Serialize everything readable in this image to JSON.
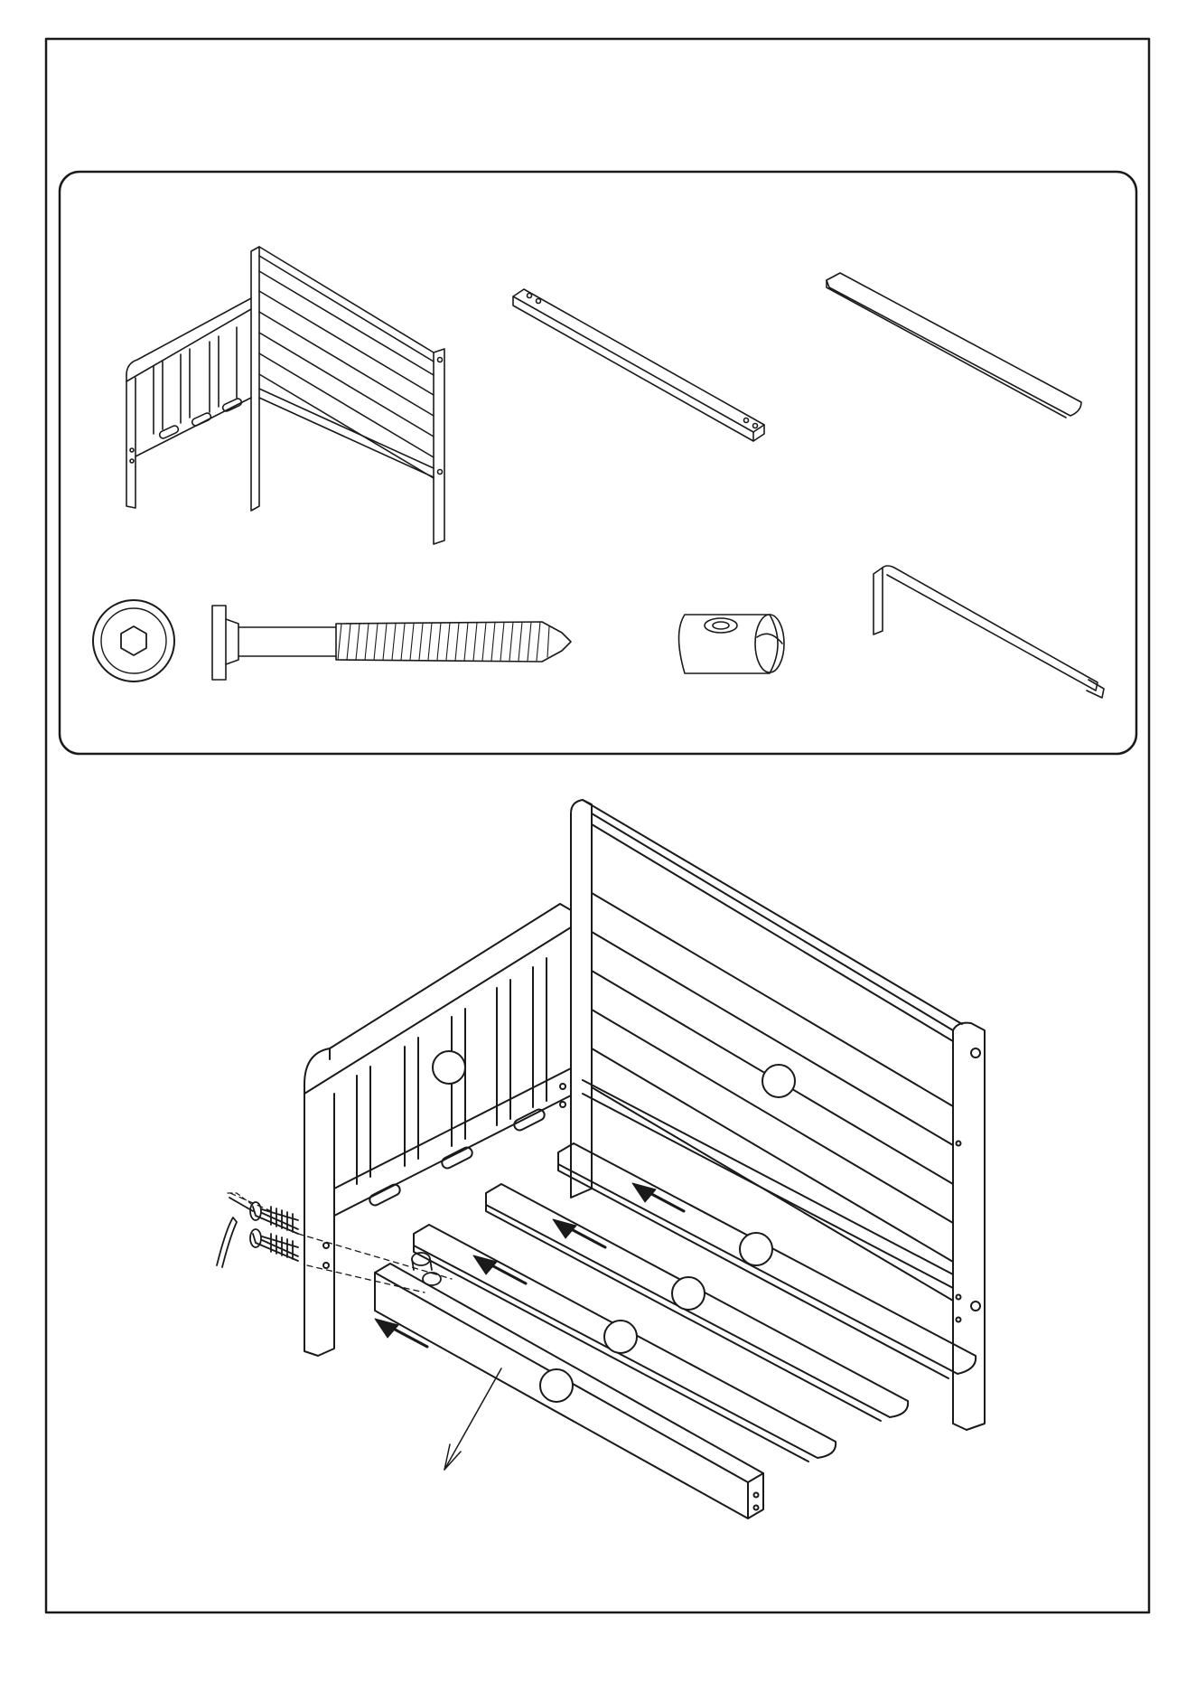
{
  "page": {
    "frame": "instruction-sheet-frame",
    "background": "#ffffff",
    "line_color": "#1a1a1a"
  },
  "parts_panel": {
    "parts": [
      {
        "name": "headboard-and-side-panel-assembly",
        "icon": "bed-corner-frame-icon"
      },
      {
        "name": "side-rail",
        "icon": "side-rail-icon"
      },
      {
        "name": "mattress-slat",
        "icon": "slat-icon"
      },
      {
        "name": "allen-bolt-head",
        "icon": "hex-socket-icon"
      },
      {
        "name": "allen-bolt",
        "icon": "bolt-icon"
      },
      {
        "name": "barrel-nut",
        "icon": "barrel-nut-icon"
      },
      {
        "name": "allen-wrench",
        "icon": "allen-key-icon"
      }
    ]
  },
  "assembly_view": {
    "callouts": [
      "",
      "",
      "",
      "",
      "",
      ""
    ],
    "arrow_count": 4
  }
}
